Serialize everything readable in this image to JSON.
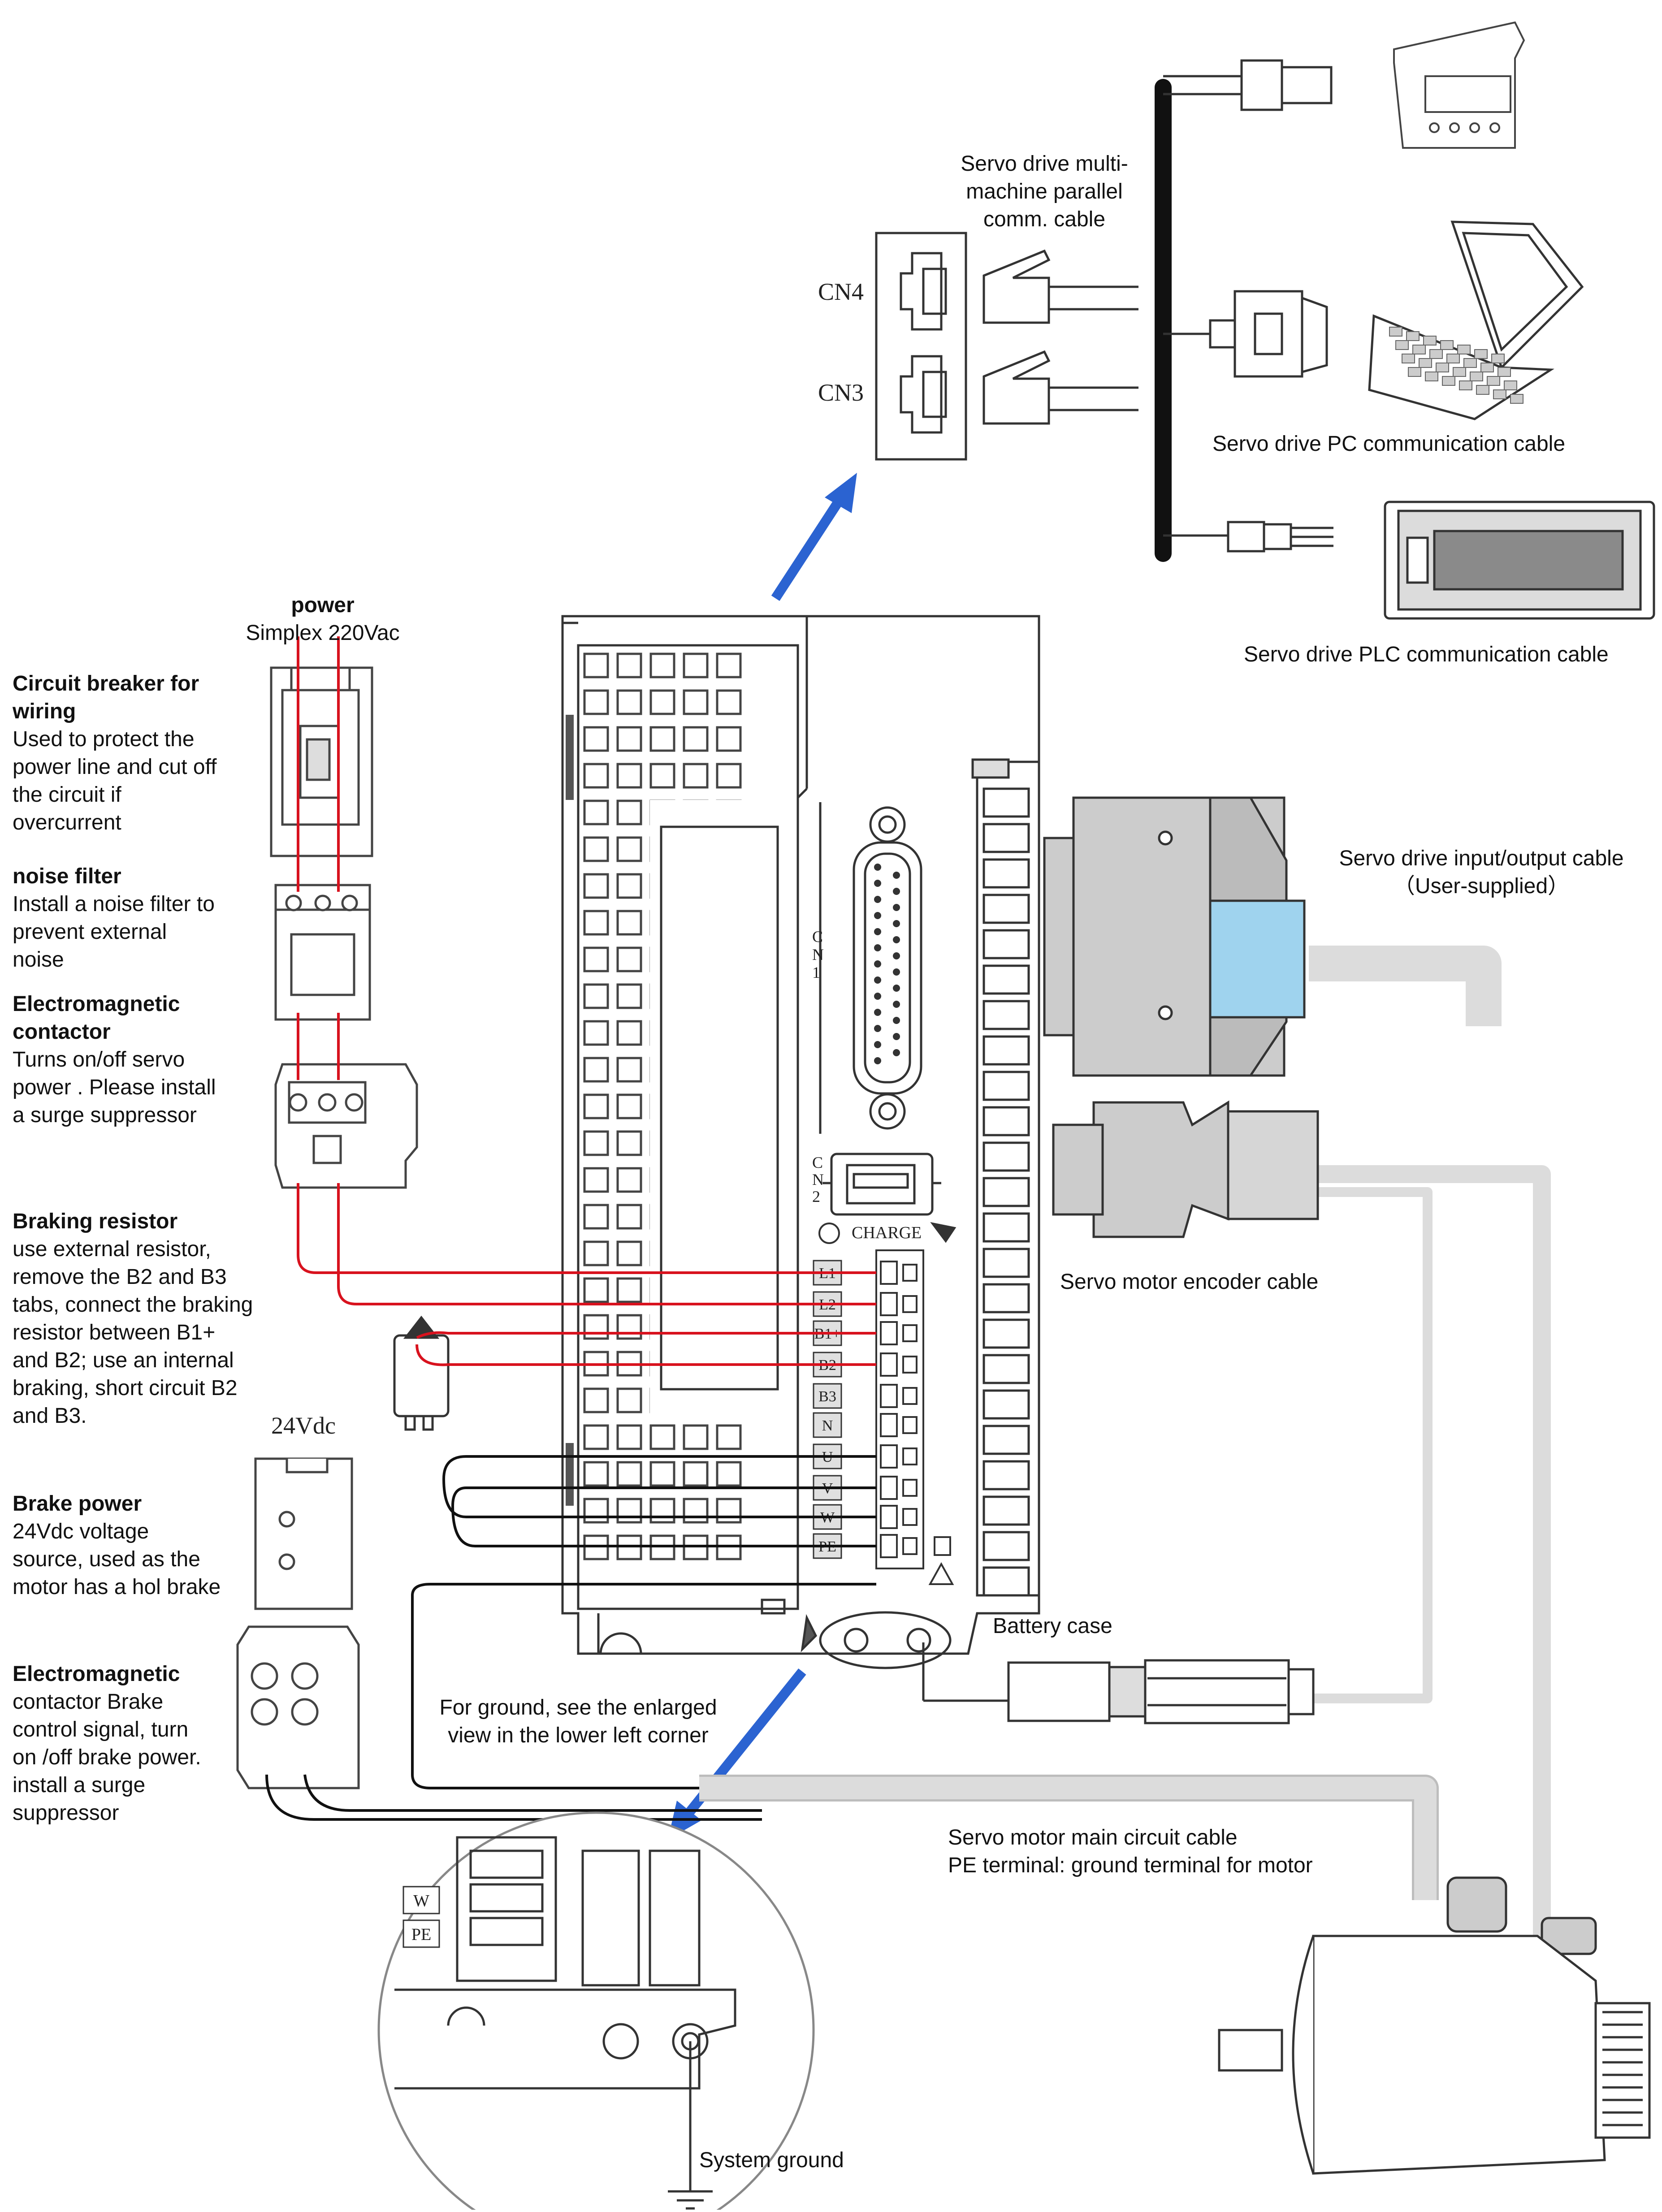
{
  "power": {
    "title": "power",
    "subtitle": "Simplex 220Vac"
  },
  "components": [
    {
      "id": "breaker",
      "title": "Circuit breaker for wiring",
      "desc": "Used to protect the power line and cut off the circuit if overcurrent"
    },
    {
      "id": "filter",
      "title": "noise filter",
      "desc": "Install a noise filter to prevent external noise"
    },
    {
      "id": "contactor",
      "title": "Electromagnetic contactor",
      "desc": "Turns on/off servo power . Please install a surge suppressor"
    },
    {
      "id": "resistor",
      "title": "Braking resistor",
      "desc": "use external resistor, remove the B2 and B3 tabs, connect the braking resistor between B1+ and B2; use an internal braking, short circuit B2 and B3."
    },
    {
      "id": "brake-power",
      "title": "Brake power",
      "desc": "24Vdc voltage source, used as the motor has a hol brake"
    },
    {
      "id": "brake-contactor",
      "title": "Electromagnetic",
      "desc": "contactor Brake control signal, turn on /off brake power. install a surge suppressor"
    }
  ],
  "labels": {
    "vdc": "24Vdc",
    "cn4": "CN4",
    "cn3": "CN3",
    "cn1": "CN1",
    "cn2": "CN2",
    "charge": "CHARGE",
    "multi_machine": "Servo drive multi-machine parallel comm. cable",
    "pc_cable": "Servo drive PC communication cable",
    "plc_cable": "Servo drive PLC communication cable",
    "io_cable": "Servo drive input/output cable",
    "io_cable_note": "（User-supplied）",
    "encoder_cable": "Servo motor encoder cable",
    "battery_case": "Battery case",
    "ground_note": "For ground, see the enlarged view in the lower left corner",
    "main_cable": "Servo motor main circuit cable",
    "pe_note": "PE terminal: ground terminal for motor",
    "system_ground": "System ground"
  },
  "terminals": [
    "L1",
    "L2",
    "B1+",
    "B2",
    "B3",
    "N",
    "U",
    "V",
    "W",
    "PE"
  ],
  "zoom_terminals": [
    "W",
    "PE"
  ],
  "colors": {
    "power_wire": "#d8121e",
    "motor_wire": "#111111",
    "arrow": "#2b63d1",
    "cable": "#d6d6d6",
    "outline": "#333333"
  }
}
